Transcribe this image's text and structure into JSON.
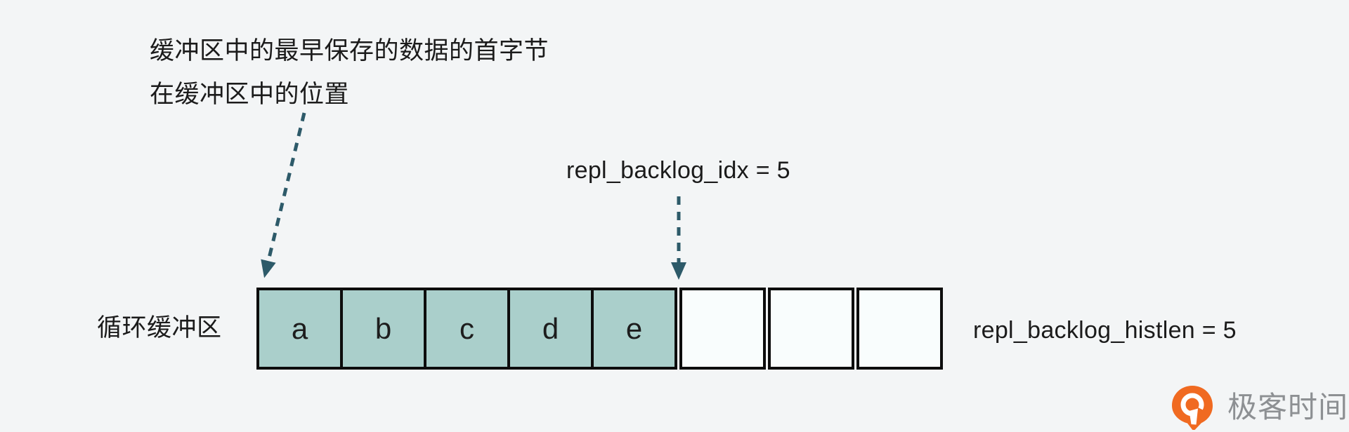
{
  "colors": {
    "bg": "#f3f5f6",
    "cellFilled": "#aacfcb",
    "cellEmpty": "#f9fdfd",
    "border": "#0d0d0d",
    "arrow": "#2d5a69",
    "text": "#1b1b1b",
    "logoOrange": "#f06a21",
    "logoText": "#8d9093"
  },
  "annotation": {
    "line1": "缓冲区中的最早保存的数据的首字节",
    "line2": "在缓冲区中的位置"
  },
  "labels": {
    "idx": "repl_backlog_idx = 5",
    "histlen": "repl_backlog_histlen = 5",
    "buffer_row": "循环缓冲区"
  },
  "buffer": {
    "cells": [
      {
        "label": "a",
        "filled": true
      },
      {
        "label": "b",
        "filled": true
      },
      {
        "label": "c",
        "filled": true
      },
      {
        "label": "d",
        "filled": true
      },
      {
        "label": "e",
        "filled": true
      },
      {
        "label": "",
        "filled": false
      },
      {
        "label": "",
        "filled": false
      },
      {
        "label": "",
        "filled": false
      }
    ],
    "filled_count": 5,
    "total_cells": 8,
    "repl_backlog_idx": 5,
    "repl_backlog_histlen": 5
  },
  "icons": {
    "annotation_arrow": "dashed-arrow-down-left-icon",
    "idx_arrow": "dashed-arrow-down-icon",
    "logo_icon": "geektime-pin-icon"
  },
  "logo": {
    "text": "极客时间"
  }
}
